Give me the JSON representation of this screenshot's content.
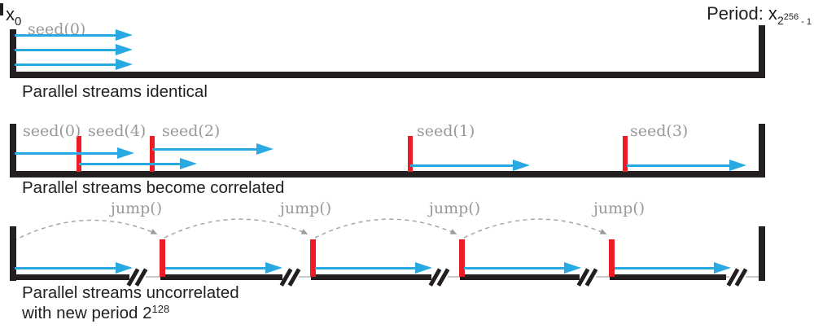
{
  "colors": {
    "blue": "#29A9E1",
    "red": "#EC1C24",
    "ink": "#231F20",
    "gray_text": "#999999",
    "gray_line": "#C9C9C9",
    "arc": "#A6A6A6"
  },
  "top": {
    "origin_label": {
      "base": "x",
      "sub": "0"
    },
    "period_label": {
      "prefix": "Period: x",
      "sub": "2",
      "sup": "256",
      "tail": " - 1"
    },
    "seed_label": "seed(0)",
    "caption": "Parallel streams identical"
  },
  "middle": {
    "seed_labels": [
      "seed(0)",
      "seed(4)",
      "seed(2)",
      "seed(1)",
      "seed(3)"
    ],
    "caption": "Parallel streams become correlated"
  },
  "bottom": {
    "jump_labels": [
      "jump()",
      "jump()",
      "jump()",
      "jump()"
    ],
    "caption_line1": "Parallel streams uncorrelated",
    "caption_line2_prefix": "with new period 2",
    "caption_line2_sup": "128"
  }
}
